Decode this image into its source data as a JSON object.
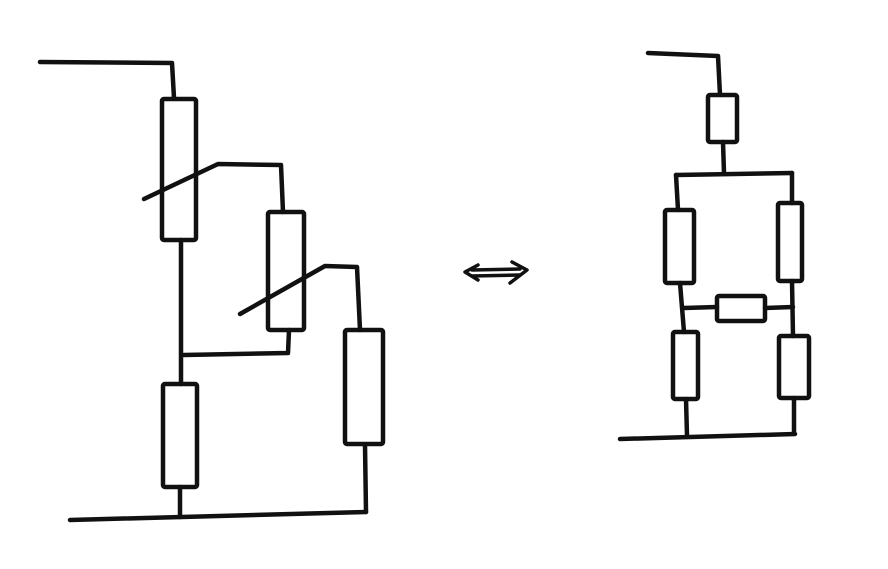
{
  "diagram": {
    "left_circuit": {
      "resistor_count": 4,
      "variable_resistor_count": 2,
      "sliders": 2
    },
    "relation_symbol": "bidirectional-arrow",
    "right_circuit": {
      "resistor_count": 6,
      "topology": "bridge"
    },
    "colors": {
      "background": "#ffffff",
      "stroke": "#111111"
    }
  }
}
